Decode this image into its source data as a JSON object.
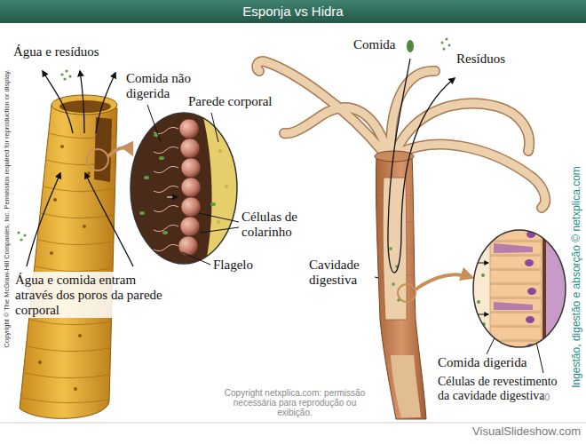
{
  "diagram": {
    "title": "Esponja vs Hidra",
    "labels": [
      "Água e resíduos",
      "Comida não digerida",
      "Parede corporal",
      "Células de colarinho",
      "Flagelo",
      "Água e comida entram através dos poros da parede corporal",
      "Comida",
      "Resíduos",
      "Cavidade digestiva",
      "Comida digerida",
      "Células de revestimento da cavidade digestiva",
      "Ingestão, digestão e absorção © netxplica.com",
      "Copyright © The McGraw-Hill Companies, Inc. Permission required for reproduction or display.",
      "Copyright netxplica.com: permissão necessária para reprodução ou exibição.",
      "40",
      "VisualSlideshow.com"
    ]
  }
}
